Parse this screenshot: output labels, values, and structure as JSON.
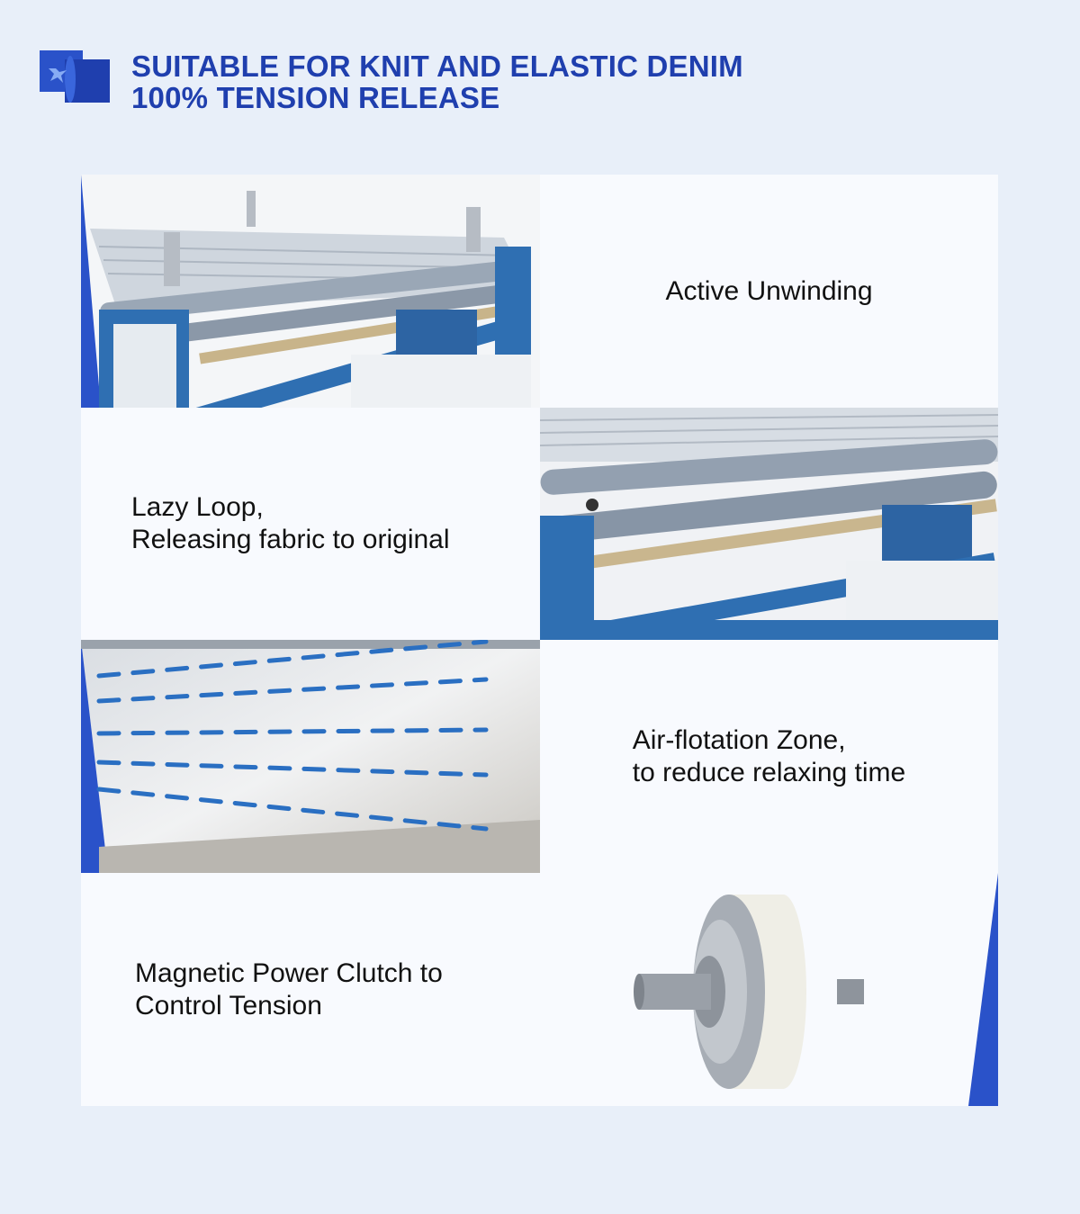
{
  "header": {
    "logo_icon": "fabric-roll-logo-icon",
    "title_line1": "SUITABLE FOR KNIT AND ELASTIC DENIM",
    "title_line2": "100% TENSION RELEASE"
  },
  "features": [
    {
      "image": "machine-front-photo",
      "line1": "Active Unwinding",
      "line2": ""
    },
    {
      "image": "rollers-closeup-photo",
      "line1": "Lazy Loop,",
      "line2": "Releasing fabric to original"
    },
    {
      "image": "perforated-plate-photo",
      "line1": "Air-flotation Zone,",
      "line2": "to reduce relaxing time"
    },
    {
      "image": "magnetic-clutch-photo",
      "line1": "Magnetic Power Clutch to",
      "line2": "Control Tension"
    }
  ],
  "colors": {
    "brand_blue": "#1f3fae",
    "accent_blue": "#2a52c9",
    "background": "#e8eff9",
    "card": "#f8fafe"
  }
}
